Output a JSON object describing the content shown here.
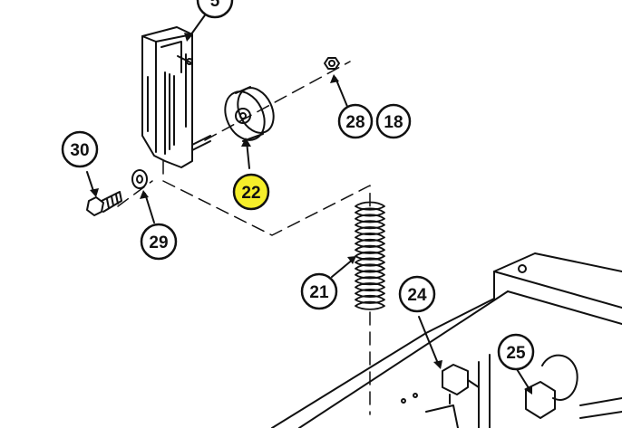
{
  "diagram": {
    "callouts": [
      {
        "id": "c5",
        "label": "5",
        "highlighted": false
      },
      {
        "id": "c28",
        "label": "28",
        "highlighted": false
      },
      {
        "id": "c18",
        "label": "18",
        "highlighted": false
      },
      {
        "id": "c30",
        "label": "30",
        "highlighted": false
      },
      {
        "id": "c22",
        "label": "22",
        "highlighted": true
      },
      {
        "id": "c29",
        "label": "29",
        "highlighted": false
      },
      {
        "id": "c21",
        "label": "21",
        "highlighted": false
      },
      {
        "id": "c24",
        "label": "24",
        "highlighted": false
      },
      {
        "id": "c25",
        "label": "25",
        "highlighted": false
      }
    ],
    "highlight_color": "#f5ee2a",
    "line_color": "#111111"
  }
}
